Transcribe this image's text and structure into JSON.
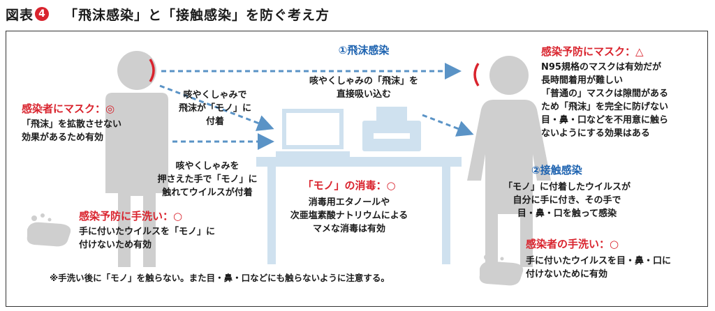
{
  "header": {
    "prefix": "図表",
    "number": "4",
    "title": "「飛沫感染」と「接触感染」を防ぐ考え方"
  },
  "colors": {
    "accent_red": "#d9232d",
    "accent_blue": "#1e63b0",
    "figure_gray": "#cfcfcf",
    "desk_blue": "#cfe1ef",
    "arrow_blue": "#5a93c6"
  },
  "icons": {
    "left_person": "person-male-icon",
    "right_person": "person-female-icon",
    "laptop": "laptop-icon",
    "printer": "printer-icon",
    "desk": "desk-icon",
    "handwash": "handwash-icon"
  },
  "left": {
    "mask_heading": "感染者にマスク：◎",
    "mask_text": [
      "「飛沫」を拡散させない",
      "効果があるため有効"
    ],
    "handwash_heading": "感染予防に手洗い：○",
    "handwash_text": [
      "手に付いたウイルスを「モノ」に",
      "付けないため有効"
    ]
  },
  "center": {
    "droplet_heading": "①飛沫感染",
    "droplet_text": [
      "咳やくしゃみの「飛沫」を",
      "直接吸い込む"
    ],
    "cough_text": [
      "咳やくしゃみで",
      "飛沫が「モノ」に",
      "付着"
    ],
    "hand_text": [
      "咳やくしゃみを",
      "押さえた手で「モノ」に",
      "触れてウイルスが付着"
    ],
    "disinfect_heading": "「モノ」の消毒：○",
    "disinfect_text": [
      "消毒用エタノールや",
      "次亜塩素酸ナトリウムによる",
      "マメな消毒は有効"
    ],
    "footnote": "※手洗い後に「モノ」を触らない。また目・鼻・口などにも触らないように注意する。"
  },
  "right": {
    "mask_heading": "感染予防にマスク：△",
    "mask_text": [
      "N95規格のマスクは有効だが",
      "長時間着用が難しい",
      "「普通の」マスクは隙間がある",
      "ため「飛沫」を完全に防げない",
      "目・鼻・口などを不用意に触ら",
      "ないようにする効果はある"
    ],
    "contact_heading": "②接触感染",
    "contact_text": [
      "「モノ」に付着したウイルスが",
      "自分に手に付き、その手で",
      "目・鼻・口を触って感染"
    ],
    "handwash_heading": "感染者の手洗い：○",
    "handwash_text": [
      "手に付いたウイルスを目・鼻・口に",
      "付けないために有効"
    ]
  }
}
